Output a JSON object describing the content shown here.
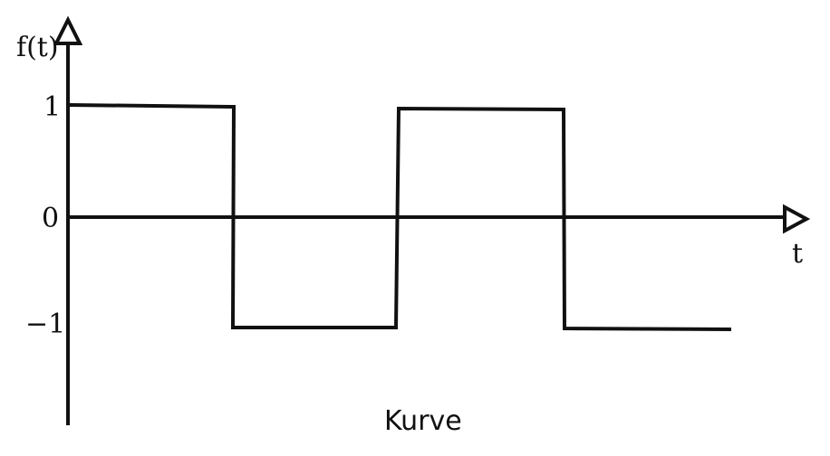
{
  "y_axis_label": "f(t)",
  "x_axis_label": "t",
  "tick_labels": [
    "1",
    "0",
    "−1"
  ],
  "caption": "Kurve"
}
